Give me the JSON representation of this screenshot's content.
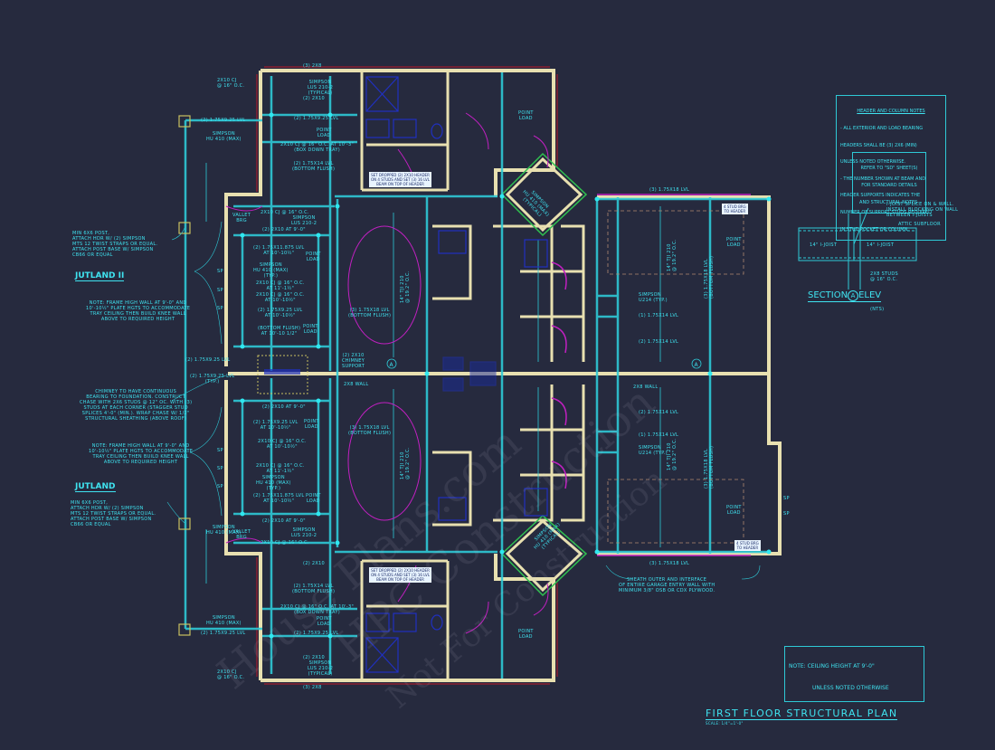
{
  "sheet": {
    "title": "FIRST FLOOR STRUCTURAL PLAN",
    "scale": "SCALE: 1/4\"=1'-0\"",
    "background_color": "#262a3e",
    "line_colors": {
      "structure": "#2ec9d6",
      "walls": "#e8e0b0",
      "doors": "#c020c0",
      "fixtures": "#2030c0",
      "green": "#30c050"
    }
  },
  "unit_labels": {
    "top": "JUTLAND II",
    "bottom": "JUTLAND"
  },
  "notes": {
    "header_column": {
      "title": "HEADER AND COLUMN NOTES",
      "lines": [
        "- ALL EXTERIOR AND LOAD BEARING",
        "HEADERS SHALL BE (3) 2x6 (MIN)",
        "UNLESS NOTED OTHERWISE.",
        "- THE NUMBER SHOWN AT BEAM AND",
        "HEADER SUPPORTS INDICATES THE",
        "NUMBER OF SUPPORT STUDS REQUIRED",
        "IN STUD POCKET OR COLUMN."
      ]
    },
    "refer": {
      "lines": [
        "REFER TO \"SD\" SHEET(S)",
        "FOR STANDARD DETAILS",
        "AND STRUCTURAL NOTES."
      ]
    },
    "ceiling": {
      "line1": "NOTE: CEILING HEIGHT AT 9'-0\"",
      "line2": "UNLESS NOTED OTHERWISE"
    },
    "post_top": "MIN 6x6 POST,\nATTACH HDR w/ (2) SIMPSON\nMTS 12 TWIST STRAPS OR EQUAL.\nATTACH POST BASE w/ SIMPSON\nCB66 OR EQUAL",
    "post_bottom": "MIN 6x6 POST,\nATTACH HDR w/ (2) SIMPSON\nMTS 12 TWIST STRAPS OR EQUAL.\nATTACH POST BASE w/ SIMPSON\nCB66 OR EQUAL",
    "frame_top": "NOTE: FRAME HIGH WALL AT 9'-0\" AND\n10'-10½\" PLATE HGTS TO ACCOMMODATE\nTRAY CEILING THEN BUILD KNEE WALL\nABOVE TO REQUIRED HEIGHT",
    "frame_bottom": "NOTE: FRAME HIGH WALL AT 9'-0\" AND\n10'-10½\" PLATE HGTS TO ACCOMMODATE\nTRAY CEILING THEN BUILD KNEE WALL\nABOVE TO REQUIRED HEIGHT",
    "chimney": "CHIMNEY TO HAVE CONTINUOUS\nBEARING TO FOUNDATION. CONSTRUCT\nCHASE WITH 2x6 STUDS @ 12\" OC. WITH (3)\nSTUDS AT EACH CORNER (STAGGER STUD\nSPLICES 4'-0\" (MIN.). WRAP CHASE w/ 1/2\"\nSTRUCTURAL SHEATHING (ABOVE ROOF)",
    "sheath": "SHEATH OUTER AND INTERFACE\nOF ENTIRE GARAGE ENTRY WALL WITH\nMINIMUM 3/8\" OSB OR CDX PLYWOOD."
  },
  "section": {
    "title": "SECTION",
    "marker": "A",
    "suffix": "ELEV",
    "scale": "(NTS)",
    "callouts": {
      "splice": "I-JOIST SPLICE ON & WALL.\nINSTALL BLOCKING ON WALL\nBETWEEN I-JOISTS",
      "subfloor": "ATTIC SUBFLOOR",
      "joist_left": "14\" I-JOIST",
      "joist_right": "14\" I-JOIST",
      "studs": "2x8 STUDS\n@ 16\" O.C."
    }
  },
  "callouts": {
    "cj_top": "2x10 CJ\n@ 16\" O.C.",
    "three_2x8_top": "(3) 2x8",
    "simpson_lus_top": "SIMPSON\nLUS 210-2\n(TYPICAL)",
    "two_2x10_top": "(2) 2x10",
    "lvl_1_top": "(2) 1.75x9.25 LVL",
    "point_load_top": "POINT\nLOAD",
    "cj_box_top": "2x10 CJ @ 16\" O.C. AT 10'-3\"\n(BOX DOWN TRAY)",
    "lvl_flush_top": "(2) 1.75x14 LVL\n(BOTTOM FLUSH)",
    "hu410_top": "SIMPSON\nHU 410 (MAX)",
    "lvl_left_top": "(2) 1.75x9.25 LVL",
    "vallet_top": "VALLET\nBRG",
    "cj_mid_top": "2x10 CJ @ 16\" O.C.",
    "lus_mid_top": "SIMPSON\nLUS 210-2",
    "two_2x10_at": "(2) 2x10 AT 9'-0\"",
    "lvl_1875": "(2) 1.75x11.875 LVL\nAT 10'-10½\"",
    "hu410_typ": "SIMPSON\nHU 410 (MAX)\n(TYP.)",
    "cj_at_11": "2x10 CJ @ 16\" O.C.\nAT 11'-1½\"",
    "cj_at_10": "2x10 CJ @ 16\" O.C.\nAT 10'-10½\"",
    "lvl_925_at": "(2) 1.75x9.25 LVL\nAT 10'-10½\"",
    "bottom_flush_at": "(BOTTOM FLUSH)\nAT 10'-10 1/2\"",
    "point_load": "POINT\nLOAD",
    "lvl18_flush": "(3) 1.75x18 LVL\n(BOTTOM FLUSH)",
    "chimney_support": "(2) 2x10\nCHIMNEY\nSUPPORT",
    "wall_2x8": "2x8 WALL",
    "lvl_typ": "(2) 1.75x9.25 LVL\n(TYP.)",
    "simpson_lus": "SIMPSON\nLUS 210-2\n(TYP.)",
    "lvl_left_mid": "(2) 1.75x9.25 LVL",
    "tj_span": "14\" TJI 210\n@ 19.2\" O.C.",
    "lvl14_right": "(2) 1.75x14 LVL",
    "one_lvl14": "(1) 1.75x14 LVL",
    "simpson_u": "SIMPSON\nU214 (TYP.)",
    "lvl18_right": "(3) 1.75x18 LVL",
    "lvl18_bottom": "(3) 1.75x18 LVL",
    "stud_header": "4 STUD BRG\nTO HEADER",
    "drop_header_tag": "SET DROPPED (2) 2x10 HEADER\nON 4 STUDS AND SET (3) 16 LVL\nBEAM ON TOP OF HEADER",
    "point_load_tag": "POINT\nLOAD",
    "simpson_diag": "SIMPSON\nHU 410 (MAX)\n(TYPICAL)",
    "sp": "SP"
  },
  "watermark": {
    "line1": "House Plans.com",
    "line2": "HPC Construction",
    "line3": "Not For Construction"
  }
}
